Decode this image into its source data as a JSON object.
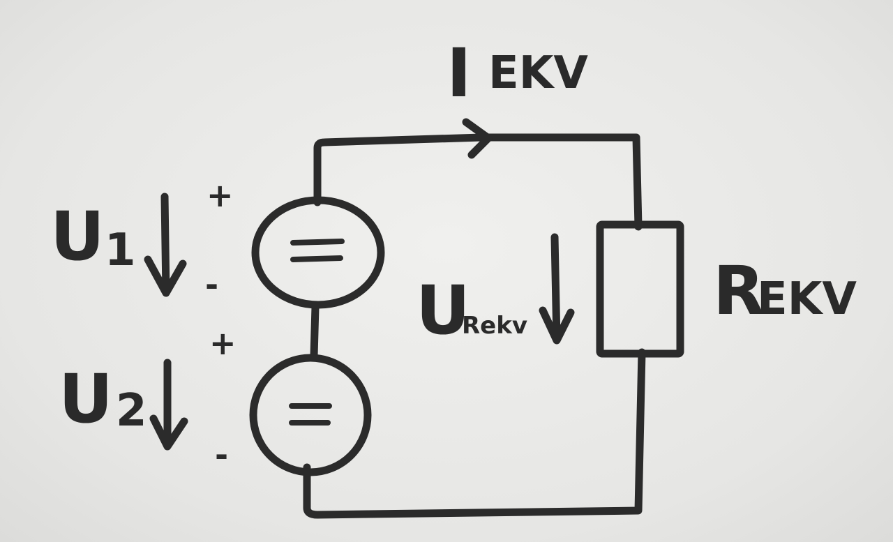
{
  "labels": {
    "current_main": "I",
    "current_sub": "EKV",
    "resistor_main": "R",
    "resistor_sub": "EKV",
    "u1_main": "U",
    "u1_sub": "1",
    "u2_main": "U",
    "u2_sub": "2",
    "ur_main": "U",
    "ur_sub": "Rekv",
    "source_symbol": "=",
    "plus": "+",
    "minus": "-"
  },
  "colors": {
    "ink": "#2b2b2b",
    "paper": "#ebebe9"
  },
  "icons": {
    "source1": "dc-voltage-source",
    "source2": "dc-voltage-source",
    "resistor": "resistor",
    "current_arrow": "arrow-right"
  }
}
